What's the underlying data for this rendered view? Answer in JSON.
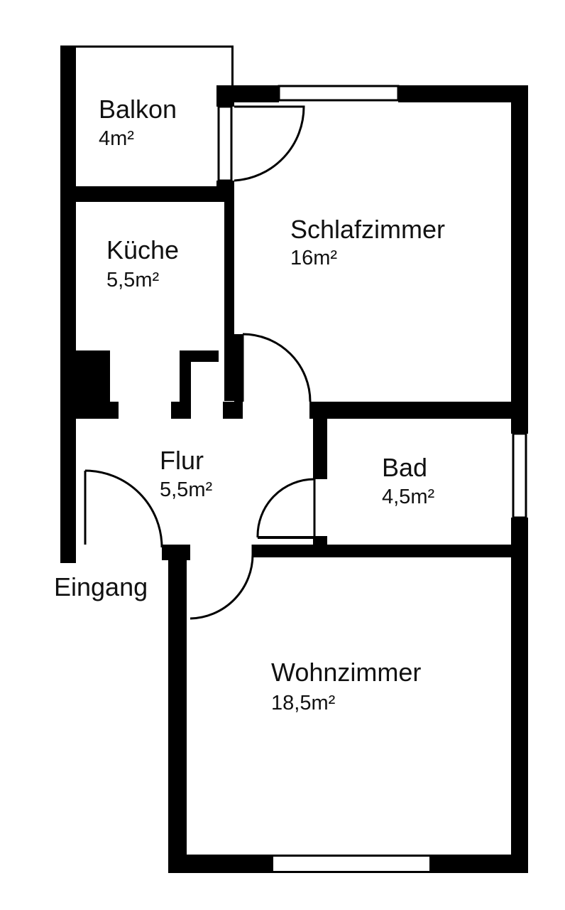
{
  "colors": {
    "wall": "#000000",
    "background": "#ffffff",
    "text": "#111111"
  },
  "rooms": {
    "balkon": {
      "name": "Balkon",
      "area": "4m²"
    },
    "kueche": {
      "name": "Küche",
      "area": "5,5m²"
    },
    "schlafzimmer": {
      "name": "Schlafzimmer",
      "area": "16m²"
    },
    "flur": {
      "name": "Flur",
      "area": "5,5m²"
    },
    "bad": {
      "name": "Bad",
      "area": "4,5m²"
    },
    "wohnzimmer": {
      "name": "Wohnzimmer",
      "area": "18,5m²"
    }
  },
  "entrance": {
    "label": "Eingang"
  }
}
